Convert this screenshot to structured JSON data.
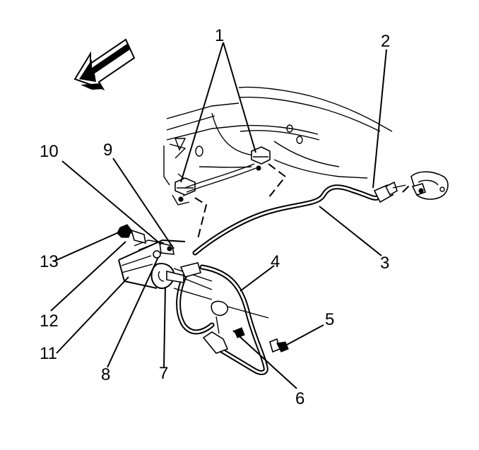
{
  "callouts": [
    {
      "id": "1",
      "label": "1"
    },
    {
      "id": "2",
      "label": "2"
    },
    {
      "id": "3",
      "label": "3"
    },
    {
      "id": "4",
      "label": "4"
    },
    {
      "id": "5",
      "label": "5"
    },
    {
      "id": "6",
      "label": "6"
    },
    {
      "id": "7",
      "label": "7"
    },
    {
      "id": "8",
      "label": "8"
    },
    {
      "id": "9",
      "label": "9"
    },
    {
      "id": "10",
      "label": "10"
    },
    {
      "id": "11",
      "label": "11"
    },
    {
      "id": "12",
      "label": "12"
    },
    {
      "id": "13",
      "label": "13"
    }
  ],
  "colors": {
    "line": "#000000",
    "background": "#ffffff",
    "arrow_fill": "#000000"
  }
}
